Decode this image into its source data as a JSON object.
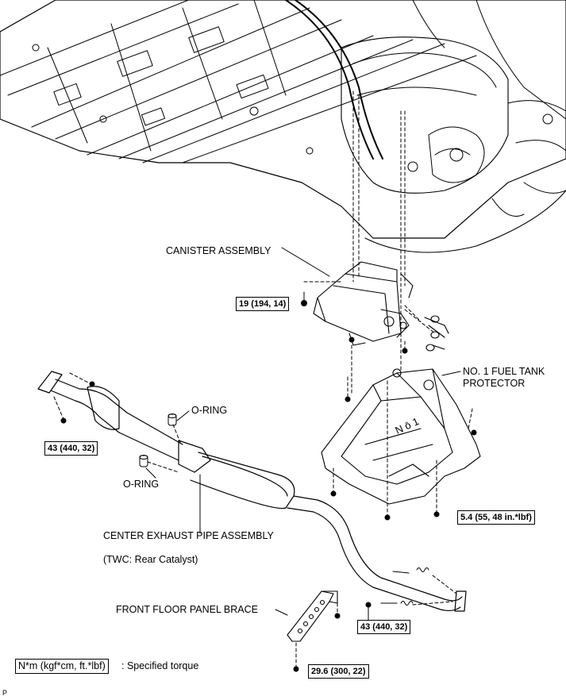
{
  "labels": {
    "canister": "CANISTER ASSEMBLY",
    "fuel_tank_protector_1": "NO. 1 FUEL TANK",
    "fuel_tank_protector_2": "PROTECTOR",
    "oring_upper": "O-RING",
    "oring_lower": "O-RING",
    "center_exhaust": "CENTER EXHAUST PIPE ASSEMBLY",
    "twc_note": "(TWC: Rear Catalyst)",
    "front_brace": "FRONT FLOOR PANEL BRACE"
  },
  "torques": {
    "canister_bolt": "19 (194, 14)",
    "exhaust_front": "43 (440, 32)",
    "protector_bolt": "5.4 (55, 48 in.*lbf)",
    "exhaust_rear": "43 (440, 32)",
    "brace_bolt": "29.6 (300, 22)"
  },
  "legend": {
    "unit": "N*m (kgf*cm, ft.*lbf)",
    "text": ": Specified torque"
  },
  "corner_mark": "P"
}
